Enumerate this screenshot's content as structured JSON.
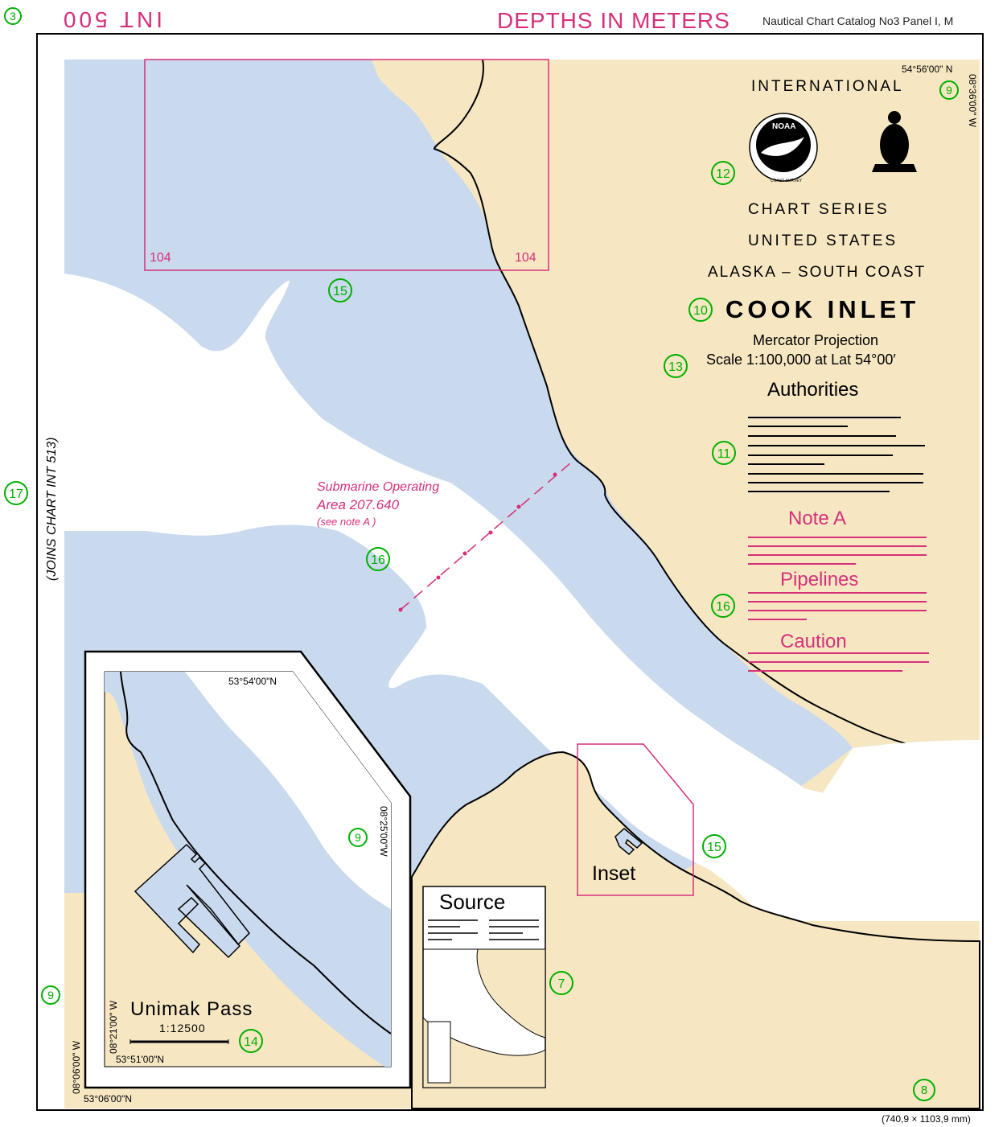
{
  "header": {
    "chart_number_flipped": "INT 500",
    "title": "DEPTHS IN METERS",
    "catalog_ref": "Nautical Chart Catalog No3 Panel I, M"
  },
  "callouts": {
    "c3": "3",
    "c7": "7",
    "c8": "8",
    "c9": "9",
    "c10": "10",
    "c11": "11",
    "c12": "12",
    "c13": "13",
    "c14": "14",
    "c15": "15",
    "c16": "16",
    "c17": "17"
  },
  "coordinates": {
    "top_right_lat": "54°56'00\" N",
    "right_lon": "08°36'00\" W",
    "bottom_left_lat": "53°06'00\"N",
    "left_lon": "08°06'00\" W",
    "inset_top_lat": "53°54'00\"N",
    "inset_right_lon": "08°25'00\"W",
    "inset_left_lon": "08°21'00\" W",
    "inset_bottom_lat": "53°51'00\"N"
  },
  "title_block": {
    "international": "INTERNATIONAL",
    "noaa": "NOAA",
    "coast_survey": "COAST SURVEY",
    "chart_series": "CHART   SERIES",
    "united_states": "UNITED  STATES",
    "region": "ALASKA – SOUTH COAST",
    "chart_name": "COOK  INLET",
    "projection": "Mercator Projection",
    "scale": "Scale  1:100,000 at Lat 54°00′",
    "authorities": "Authorities",
    "note_a": "Note A",
    "pipelines": "Pipelines",
    "caution": "Caution"
  },
  "map_labels": {
    "chart_ref_left": "104",
    "chart_ref_right": "104",
    "submarine_line1": "Submarine  Operating",
    "submarine_line2": "Area  207.640",
    "submarine_line3": "(see note A )",
    "joins_chart": "(JOINS  CHART  INT 513)",
    "inset_label": "Inset",
    "source": "Source",
    "inset_name": "Unimak  Pass",
    "inset_scale": "1:12500",
    "dimensions": "(740,9 × 1103,9 mm)"
  },
  "colors": {
    "land": "#f6e7c2",
    "water_shallow": "#c9d9ee",
    "water_deep": "#ffffff",
    "magenta": "#d6307a",
    "callout_green": "#00b000"
  }
}
